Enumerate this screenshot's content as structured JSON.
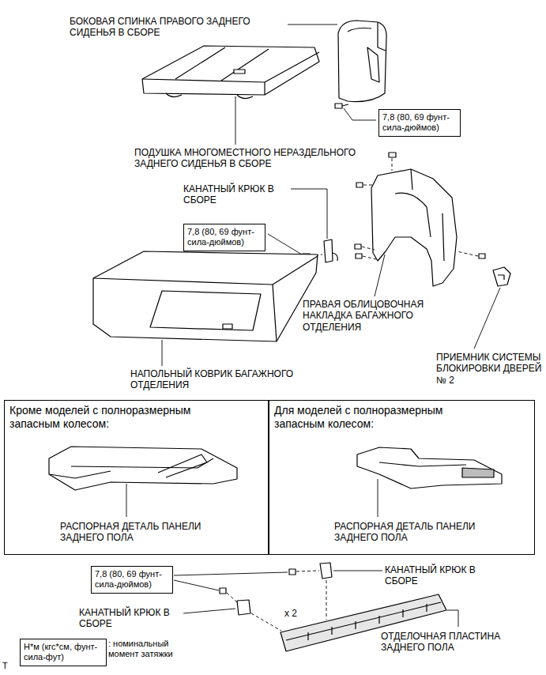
{
  "diagram": {
    "nodes": [
      {
        "text": [
          "7,8 (80, 69 фунт-сила-дюймов)"
        ]
      },
      {
        "text": [
          "7,8 (80, 69 фунт-сила-дюймов)"
        ]
      },
      {
        "text": [
          "Кроме моделей с полноразмерным запасным колесом:",
          "РАСПОРНАЯ ДЕТАЛЬ ПАНЕЛИ ЗАДНЕГО ПОЛА"
        ]
      },
      {
        "text": [
          "Для моделей с полноразмерным запасным колесом:",
          "РАСПОРНАЯ ДЕТАЛЬ ПАНЕЛИ ЗАДНЕГО ПОЛА"
        ]
      },
      {
        "text": [
          "7,8 (80, 69 фунт-сила-дюймов)"
        ]
      },
      {
        "text": [
          "Н*м (кгс*см, фунт-сила-фут)"
        ]
      }
    ],
    "labels": [
      "БОКОВАЯ СПИНКА ПРАВОГО ЗАДНЕГО СИДЕНЬЯ В СБОРЕ",
      "ПОДУШКА МНОГОМЕСТНОГО НЕРАЗДЕЛЬНОГО ЗАДНЕГО СИДЕНЬЯ В СБОРЕ",
      "КАНАТНЫЙ КРЮК В СБОРЕ",
      "ПРАВАЯ ОБЛИЦОВОЧНАЯ НАКЛАДКА БАГАЖНОГО ОТДЕЛЕНИЯ",
      "ПРИЕМНИК СИСТЕМЫ БЛОКИРОВКИ ДВЕРЕЙ № 2",
      "НАПОЛЬНЫЙ КОВРИК БАГАЖНОГО ОТДЕЛЕНИЯ",
      "КАНАТНЫЙ КРЮК В СБОРЕ",
      "КАНАТНЫЙ КРЮК В СБОРЕ",
      "x 2",
      "ОТДЕЛОЧНАЯ ПЛАСТИНА ЗАДНЕГО ПОЛА",
      ": номинальный момент затяжки",
      "T"
    ]
  }
}
